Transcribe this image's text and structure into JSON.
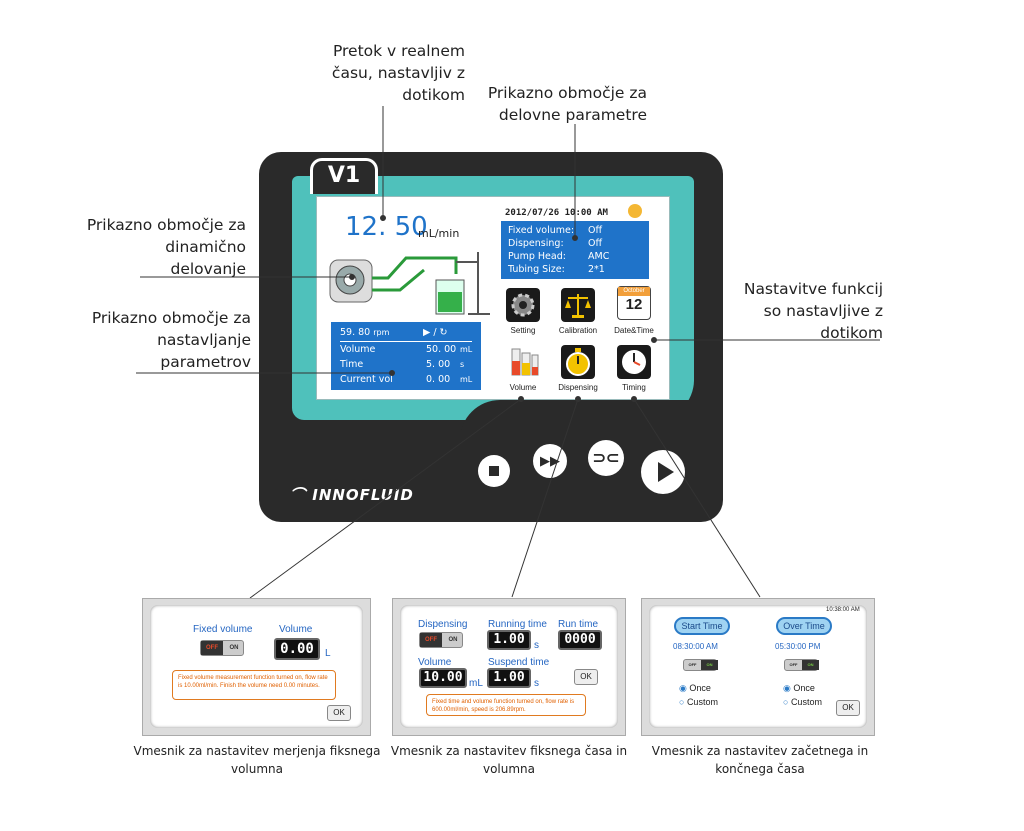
{
  "callouts": {
    "flow": [
      "Pretok v realnem",
      "času, nastavljiv z",
      "dotikom"
    ],
    "params_display": [
      "Prikazno območje za",
      "delovne parametre"
    ],
    "dynamic": [
      "Prikazno območje za",
      "dinamično",
      "delovanje"
    ],
    "settings_area": [
      "Prikazno območje za",
      "nastavljanje",
      "parametrov"
    ],
    "functions": [
      "Nastavitve funkcij",
      "so nastavljive z",
      "dotikom"
    ]
  },
  "device": {
    "model": "V1",
    "brand": "INNOFLUID",
    "flow_value": "12. 50",
    "flow_unit": "mL/min",
    "datetime": "2012/07/26 10:00 AM",
    "status": [
      {
        "label": "Fixed volume:",
        "value": "Off"
      },
      {
        "label": "Dispensing:",
        "value": "Off"
      },
      {
        "label": "Pump Head:",
        "value": "AMC"
      },
      {
        "label": "Tubing Size:",
        "value": "2*1"
      }
    ],
    "rpm": "59. 80",
    "rpm_unit": "rpm",
    "direction": "▶ / ↻",
    "params": [
      {
        "label": "Volume",
        "value": "50. 00",
        "unit": "mL"
      },
      {
        "label": "Time",
        "value": "5. 00",
        "unit": "s"
      },
      {
        "label": "Current vol",
        "value": "0. 00",
        "unit": "mL"
      }
    ],
    "icons": [
      "Setting",
      "Calibration",
      "Date&Time",
      "Volume",
      "Dispensing",
      "Timing"
    ],
    "calendar_month": "October",
    "calendar_day": "12"
  },
  "panel_volume": {
    "fixed_label": "Fixed volume",
    "volume_label": "Volume",
    "toggle_off": "OFF",
    "toggle_on": "ON",
    "value": "0.00",
    "unit": "L",
    "message": "Fixed volume measurement function turned on, flow rate is 10.00ml/min. Finish the volume need 0.00 minutes.",
    "ok": "OK"
  },
  "panel_dispensing": {
    "dispensing_label": "Dispensing",
    "running_label": "Running time",
    "run_label": "Run time",
    "toggle_off": "OFF",
    "toggle_on": "ON",
    "running_value": "1.00",
    "running_unit": "s",
    "run_value": "0000",
    "volume_label": "Volume",
    "suspend_label": "Suspend time",
    "volume_value": "10.00",
    "volume_unit": "mL",
    "suspend_value": "1.00",
    "suspend_unit": "s",
    "message": "Fixed time and volume function turned on, flow rate is 600.00ml/min, speed is 206.89rpm.",
    "ok": "OK"
  },
  "panel_timing": {
    "clock": "10:38:00 AM",
    "start_label": "Start Time",
    "over_label": "Over Time",
    "start_time": "08:30:00 AM",
    "over_time": "05:30:00 PM",
    "toggle_off": "OFF",
    "toggle_on": "ON",
    "once": "Once",
    "custom": "Custom",
    "ok": "OK"
  },
  "captions": {
    "volume": [
      "Vmesnik za nastavitev merjenja fiksnega",
      "volumna"
    ],
    "dispensing": [
      "Vmesnik za nastavitev fiksnega časa in",
      "volumna"
    ],
    "timing": [
      "Vmesnik za nastavitev začetnega in",
      "končnega časa"
    ]
  },
  "colors": {
    "teal": "#4fc1bb",
    "screen_blue": "#1f73c9",
    "body": "#2a2a2a",
    "label_blue": "#2566c2",
    "msg_orange": "#e06000"
  }
}
